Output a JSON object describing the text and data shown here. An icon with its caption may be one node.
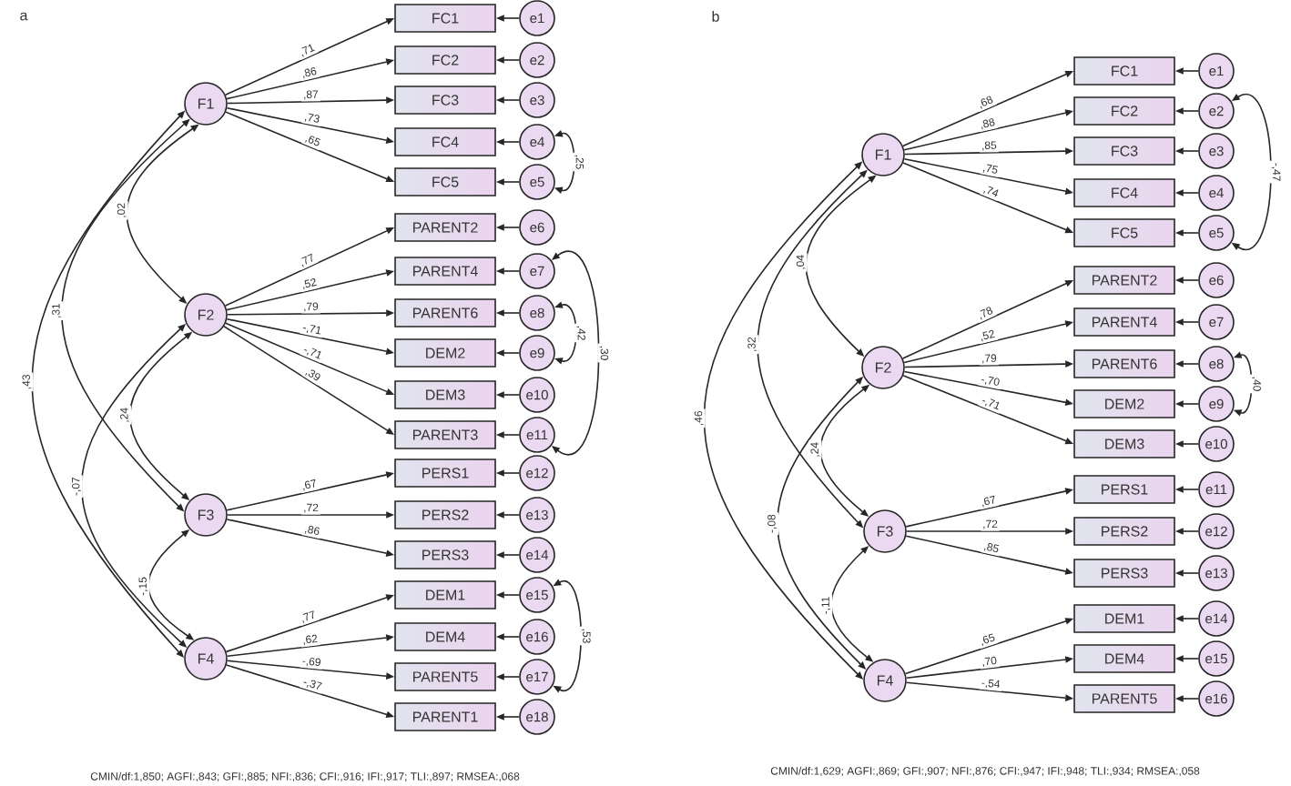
{
  "diagram": {
    "nodes": [
      {
        "text": [
          "F1"
        ]
      },
      {
        "text": [
          "F2"
        ]
      },
      {
        "text": [
          "F3"
        ]
      },
      {
        "text": [
          "F4"
        ]
      },
      {
        "text": [
          "FC1"
        ]
      },
      {
        "text": [
          "e1"
        ]
      },
      {
        "text": [
          "FC2"
        ]
      },
      {
        "text": [
          "e2"
        ]
      },
      {
        "text": [
          "FC3"
        ]
      },
      {
        "text": [
          "e3"
        ]
      },
      {
        "text": [
          "FC4"
        ]
      },
      {
        "text": [
          "e4"
        ]
      },
      {
        "text": [
          "FC5"
        ]
      },
      {
        "text": [
          "e5"
        ]
      },
      {
        "text": [
          "PARENT2"
        ]
      },
      {
        "text": [
          "e6"
        ]
      },
      {
        "text": [
          "PARENT4"
        ]
      },
      {
        "text": [
          "e7"
        ]
      },
      {
        "text": [
          "PARENT6"
        ]
      },
      {
        "text": [
          "e8"
        ]
      },
      {
        "text": [
          "DEM2"
        ]
      },
      {
        "text": [
          "e9"
        ]
      },
      {
        "text": [
          "DEM3"
        ]
      },
      {
        "text": [
          "e10"
        ]
      },
      {
        "text": [
          "PARENT3"
        ]
      },
      {
        "text": [
          "e11"
        ]
      },
      {
        "text": [
          "PERS1"
        ]
      },
      {
        "text": [
          "e12"
        ]
      },
      {
        "text": [
          "PERS2"
        ]
      },
      {
        "text": [
          "e13"
        ]
      },
      {
        "text": [
          "PERS3"
        ]
      },
      {
        "text": [
          "e14"
        ]
      },
      {
        "text": [
          "DEM1"
        ]
      },
      {
        "text": [
          "e15"
        ]
      },
      {
        "text": [
          "DEM4"
        ]
      },
      {
        "text": [
          "e16"
        ]
      },
      {
        "text": [
          "PARENT5"
        ]
      },
      {
        "text": [
          "e17"
        ]
      },
      {
        "text": [
          "PARENT1"
        ]
      },
      {
        "text": [
          "e18"
        ]
      },
      {
        "text": [
          "F1"
        ]
      },
      {
        "text": [
          "F2"
        ]
      },
      {
        "text": [
          "F3"
        ]
      },
      {
        "text": [
          "F4"
        ]
      },
      {
        "text": [
          "FC1"
        ]
      },
      {
        "text": [
          "e1"
        ]
      },
      {
        "text": [
          "FC2"
        ]
      },
      {
        "text": [
          "e2"
        ]
      },
      {
        "text": [
          "FC3"
        ]
      },
      {
        "text": [
          "e3"
        ]
      },
      {
        "text": [
          "FC4"
        ]
      },
      {
        "text": [
          "e4"
        ]
      },
      {
        "text": [
          "FC5"
        ]
      },
      {
        "text": [
          "e5"
        ]
      },
      {
        "text": [
          "PARENT2"
        ]
      },
      {
        "text": [
          "e6"
        ]
      },
      {
        "text": [
          "PARENT4"
        ]
      },
      {
        "text": [
          "e7"
        ]
      },
      {
        "text": [
          "PARENT6"
        ]
      },
      {
        "text": [
          "e8"
        ]
      },
      {
        "text": [
          "DEM2"
        ]
      },
      {
        "text": [
          "e9"
        ]
      },
      {
        "text": [
          "DEM3"
        ]
      },
      {
        "text": [
          "e10"
        ]
      },
      {
        "text": [
          "PERS1"
        ]
      },
      {
        "text": [
          "e11"
        ]
      },
      {
        "text": [
          "PERS2"
        ]
      },
      {
        "text": [
          "e12"
        ]
      },
      {
        "text": [
          "PERS3"
        ]
      },
      {
        "text": [
          "e13"
        ]
      },
      {
        "text": [
          "DEM1"
        ]
      },
      {
        "text": [
          "e14"
        ]
      },
      {
        "text": [
          "DEM4"
        ]
      },
      {
        "text": [
          "e15"
        ]
      },
      {
        "text": [
          "PARENT5"
        ]
      },
      {
        "text": [
          "e16"
        ]
      }
    ],
    "edges": [
      {
        "from": 0,
        "to": 4,
        "arrow": "to",
        "label": ",71"
      },
      {
        "from": 0,
        "to": 6,
        "arrow": "to",
        "label": ",86"
      },
      {
        "from": 0,
        "to": 8,
        "arrow": "to",
        "label": ",87"
      },
      {
        "from": 0,
        "to": 10,
        "arrow": "to",
        "label": ",73"
      },
      {
        "from": 0,
        "to": 12,
        "arrow": "to",
        "label": ",65"
      },
      {
        "from": 1,
        "to": 14,
        "arrow": "to",
        "label": ",77"
      },
      {
        "from": 1,
        "to": 16,
        "arrow": "to",
        "label": ",52"
      },
      {
        "from": 1,
        "to": 18,
        "arrow": "to",
        "label": ",79"
      },
      {
        "from": 1,
        "to": 20,
        "arrow": "to",
        "label": "-,71"
      },
      {
        "from": 1,
        "to": 22,
        "arrow": "to",
        "label": "-,71"
      },
      {
        "from": 1,
        "to": 24,
        "arrow": "to",
        "label": ",39"
      },
      {
        "from": 2,
        "to": 26,
        "arrow": "to",
        "label": ",67"
      },
      {
        "from": 2,
        "to": 28,
        "arrow": "to",
        "label": ",72"
      },
      {
        "from": 2,
        "to": 30,
        "arrow": "to",
        "label": ",86"
      },
      {
        "from": 3,
        "to": 32,
        "arrow": "to",
        "label": ",77"
      },
      {
        "from": 3,
        "to": 34,
        "arrow": "to",
        "label": ",62"
      },
      {
        "from": 3,
        "to": 36,
        "arrow": "to",
        "label": "-,69"
      },
      {
        "from": 3,
        "to": 38,
        "arrow": "to",
        "label": "-,37"
      },
      {
        "from": 5,
        "to": 4,
        "arrow": "to"
      },
      {
        "from": 7,
        "to": 6,
        "arrow": "to"
      },
      {
        "from": 9,
        "to": 8,
        "arrow": "to"
      },
      {
        "from": 11,
        "to": 10,
        "arrow": "to"
      },
      {
        "from": 13,
        "to": 12,
        "arrow": "to"
      },
      {
        "from": 15,
        "to": 14,
        "arrow": "to"
      },
      {
        "from": 17,
        "to": 16,
        "arrow": "to"
      },
      {
        "from": 19,
        "to": 18,
        "arrow": "to"
      },
      {
        "from": 21,
        "to": 20,
        "arrow": "to"
      },
      {
        "from": 23,
        "to": 22,
        "arrow": "to"
      },
      {
        "from": 25,
        "to": 24,
        "arrow": "to"
      },
      {
        "from": 27,
        "to": 26,
        "arrow": "to"
      },
      {
        "from": 29,
        "to": 28,
        "arrow": "to"
      },
      {
        "from": 31,
        "to": 30,
        "arrow": "to"
      },
      {
        "from": 33,
        "to": 32,
        "arrow": "to"
      },
      {
        "from": 35,
        "to": 34,
        "arrow": "to"
      },
      {
        "from": 37,
        "to": 36,
        "arrow": "to"
      },
      {
        "from": 39,
        "to": 38,
        "arrow": "to"
      },
      {
        "from": 0,
        "to": 1,
        "arrow": "both",
        "label": ",02"
      },
      {
        "from": 0,
        "to": 2,
        "arrow": "both",
        "label": ",31"
      },
      {
        "from": 0,
        "to": 3,
        "arrow": "both",
        "label": ",43"
      },
      {
        "from": 1,
        "to": 2,
        "arrow": "both",
        "label": ",24"
      },
      {
        "from": 1,
        "to": 3,
        "arrow": "both",
        "label": "-,07"
      },
      {
        "from": 2,
        "to": 3,
        "arrow": "both",
        "label": "-,15"
      },
      {
        "from": 11,
        "to": 13,
        "arrow": "both",
        "label": ",25"
      },
      {
        "from": 17,
        "to": 25,
        "arrow": "both",
        "label": ",30"
      },
      {
        "from": 19,
        "to": 21,
        "arrow": "both",
        "label": ",42"
      },
      {
        "from": 33,
        "to": 37,
        "arrow": "both",
        "label": ",53"
      },
      {
        "from": 40,
        "to": 44,
        "arrow": "to",
        "label": ",68"
      },
      {
        "from": 40,
        "to": 46,
        "arrow": "to",
        "label": ",88"
      },
      {
        "from": 40,
        "to": 48,
        "arrow": "to",
        "label": ",85"
      },
      {
        "from": 40,
        "to": 50,
        "arrow": "to",
        "label": ",75"
      },
      {
        "from": 40,
        "to": 52,
        "arrow": "to",
        "label": ",74"
      },
      {
        "from": 41,
        "to": 54,
        "arrow": "to",
        "label": ",78"
      },
      {
        "from": 41,
        "to": 56,
        "arrow": "to",
        "label": ",52"
      },
      {
        "from": 41,
        "to": 58,
        "arrow": "to",
        "label": ",79"
      },
      {
        "from": 41,
        "to": 60,
        "arrow": "to",
        "label": "-,70"
      },
      {
        "from": 41,
        "to": 62,
        "arrow": "to",
        "label": "-,71"
      },
      {
        "from": 42,
        "to": 64,
        "arrow": "to",
        "label": ",67"
      },
      {
        "from": 42,
        "to": 66,
        "arrow": "to",
        "label": ",72"
      },
      {
        "from": 42,
        "to": 68,
        "arrow": "to",
        "label": ",85"
      },
      {
        "from": 43,
        "to": 70,
        "arrow": "to",
        "label": ",65"
      },
      {
        "from": 43,
        "to": 72,
        "arrow": "to",
        "label": ",70"
      },
      {
        "from": 43,
        "to": 74,
        "arrow": "to",
        "label": "-,54"
      },
      {
        "from": 45,
        "to": 44,
        "arrow": "to"
      },
      {
        "from": 47,
        "to": 46,
        "arrow": "to"
      },
      {
        "from": 49,
        "to": 48,
        "arrow": "to"
      },
      {
        "from": 51,
        "to": 50,
        "arrow": "to"
      },
      {
        "from": 53,
        "to": 52,
        "arrow": "to"
      },
      {
        "from": 55,
        "to": 54,
        "arrow": "to"
      },
      {
        "from": 57,
        "to": 56,
        "arrow": "to"
      },
      {
        "from": 59,
        "to": 58,
        "arrow": "to"
      },
      {
        "from": 61,
        "to": 60,
        "arrow": "to"
      },
      {
        "from": 63,
        "to": 62,
        "arrow": "to"
      },
      {
        "from": 65,
        "to": 64,
        "arrow": "to"
      },
      {
        "from": 67,
        "to": 66,
        "arrow": "to"
      },
      {
        "from": 69,
        "to": 68,
        "arrow": "to"
      },
      {
        "from": 71,
        "to": 70,
        "arrow": "to"
      },
      {
        "from": 73,
        "to": 72,
        "arrow": "to"
      },
      {
        "from": 75,
        "to": 74,
        "arrow": "to"
      },
      {
        "from": 40,
        "to": 41,
        "arrow": "both",
        "label": ",04"
      },
      {
        "from": 40,
        "to": 42,
        "arrow": "both",
        "label": ",32"
      },
      {
        "from": 40,
        "to": 43,
        "arrow": "both",
        "label": ",46"
      },
      {
        "from": 41,
        "to": 42,
        "arrow": "both",
        "label": ",24"
      },
      {
        "from": 41,
        "to": 43,
        "arrow": "both",
        "label": "-,08"
      },
      {
        "from": 42,
        "to": 43,
        "arrow": "both",
        "label": "-,11"
      },
      {
        "from": 47,
        "to": 53,
        "arrow": "both",
        "label": "-,47"
      },
      {
        "from": 59,
        "to": 61,
        "arrow": "both",
        "label": ",40"
      }
    ],
    "labels": [
      "a",
      "b",
      "CMIN/df:1,850; AGFI:,843; GFI:,885; NFI:,836; CFI:,916; IFI:,917; TLI:,897; RMSEA:,068",
      "CMIN/df:1,629; AGFI:,869; GFI:,907; NFI:,876; CFI:,947; IFI:,948; TLI:,934; RMSEA:,058"
    ]
  }
}
